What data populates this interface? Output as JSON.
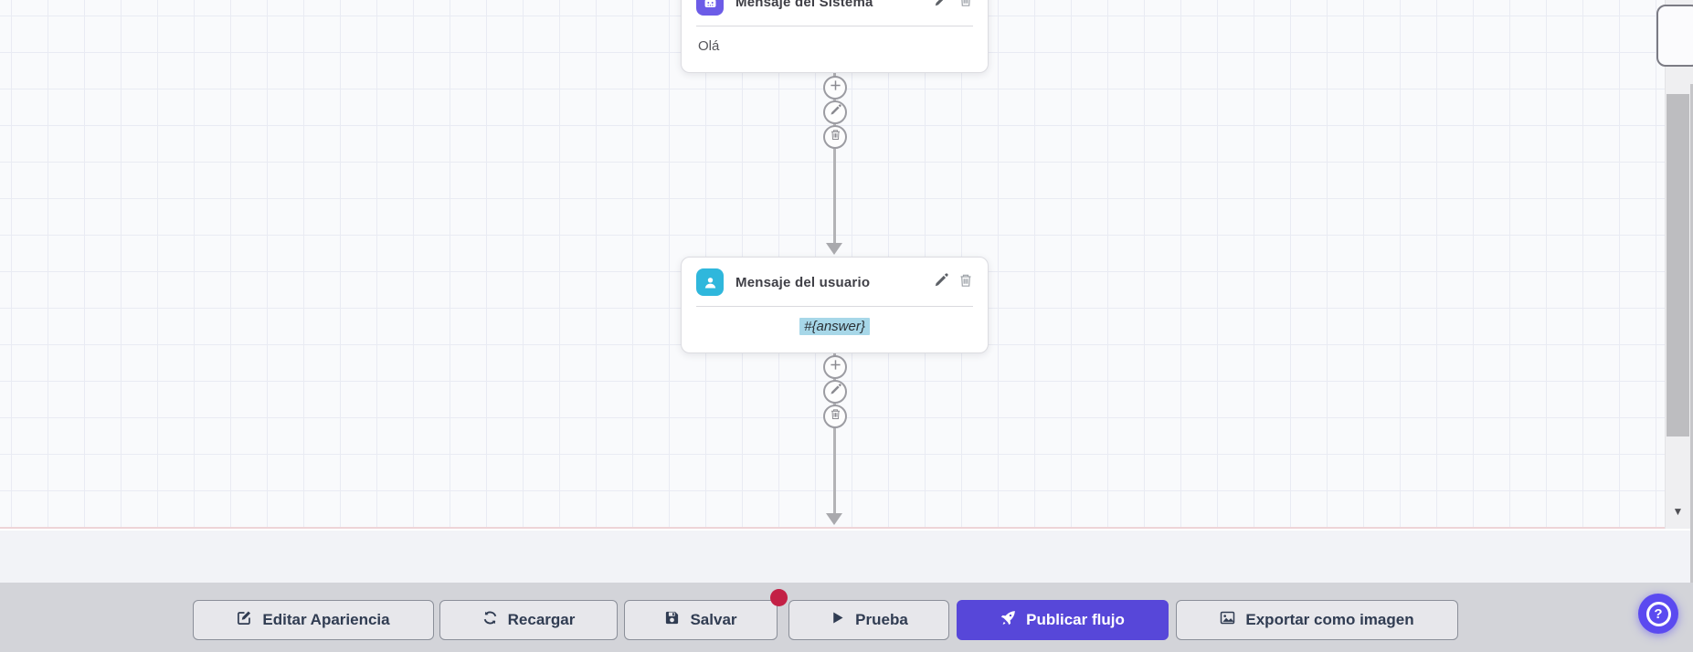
{
  "flow": {
    "nodes": [
      {
        "title": "Mensaje del Sistema",
        "content": "Olá",
        "icon": "robot-icon",
        "icon_bg": "#6c5ce7"
      },
      {
        "title": "Mensaje del usuario",
        "content": "#{answer}",
        "icon": "user-icon",
        "icon_bg": "#2fb7dc",
        "content_highlighted": true
      }
    ],
    "node_actions": [
      "edit",
      "delete"
    ],
    "connector_actions": [
      "add",
      "edit",
      "delete"
    ]
  },
  "toolbar": {
    "buttons": [
      {
        "label": "Editar Apariencia",
        "icon": "edit-appearance-icon"
      },
      {
        "label": "Recargar",
        "icon": "refresh-icon"
      },
      {
        "label": "Salvar",
        "icon": "save-icon",
        "has_badge": true
      },
      {
        "label": "Prueba",
        "icon": "play-icon"
      },
      {
        "label": "Publicar flujo",
        "icon": "rocket-icon",
        "primary": true
      },
      {
        "label": "Exportar como imagen",
        "icon": "image-icon"
      }
    ]
  },
  "help": {
    "label": "?"
  },
  "ui": {
    "scroll_down_glyph": "▼"
  },
  "colors": {
    "accent_primary": "#5747d9",
    "system_node_icon_bg": "#6c5ce7",
    "user_node_icon_bg": "#2fb7dc",
    "variable_highlight": "#a7d7e8",
    "badge": "#c32045",
    "help_bubble": "#5b4af0",
    "toolbar_band": "#d3d4d9",
    "canvas_grid": "#e9ebf3"
  }
}
